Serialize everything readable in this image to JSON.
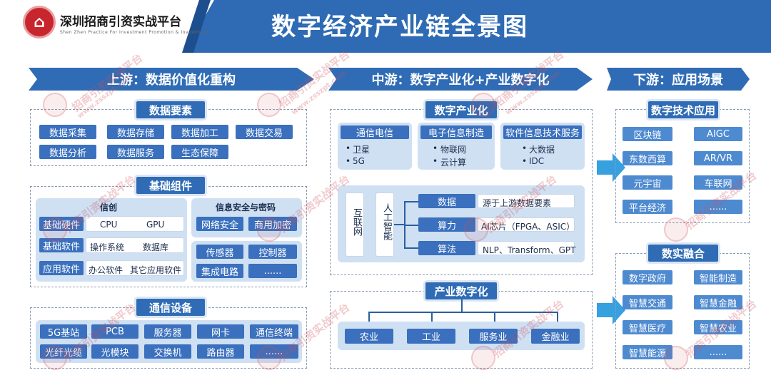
{
  "header": {
    "brand": "深圳招商引资实战平台",
    "brand_sub": "Shen Zhen Practice For Investment Promotion & Investment",
    "logo_icon": "red-seal-logo",
    "title": "数字经济产业链全景图"
  },
  "upstream": {
    "banner": "上游：数据价值化重构",
    "data_elements": {
      "title": "数据要素",
      "items": [
        "数据采集",
        "数据存储",
        "数据加工",
        "数据交易",
        "数据分析",
        "数据服务",
        "生态保障"
      ]
    },
    "basic_components": {
      "title": "基础组件",
      "xinchuang": {
        "title": "信创",
        "rows": [
          {
            "label": "基础硬件",
            "a": "CPU",
            "b": "GPU"
          },
          {
            "label": "基础软件",
            "a": "操作系统",
            "b": "数据库"
          },
          {
            "label": "应用软件",
            "a": "办公软件",
            "b": "其它应用软件"
          }
        ]
      },
      "security": {
        "title": "信息安全与密码",
        "items": [
          "网络安全",
          "商用加密"
        ]
      },
      "hardware": [
        "传感器",
        "控制器",
        "集成电路",
        "......"
      ]
    },
    "comm": {
      "title": "通信设备",
      "items": [
        "5G基站",
        "PCB",
        "服务器",
        "网卡",
        "通信终端",
        "光纤光缆",
        "光模块",
        "交换机",
        "路由器",
        "......"
      ]
    }
  },
  "midstream": {
    "banner": "中游：数字产业化+产业数字化",
    "digital_industrialization": {
      "title": "数字产业化",
      "cards": [
        {
          "title": "通信电信",
          "items": [
            "卫星",
            "5G"
          ]
        },
        {
          "title": "电子信息制造",
          "items": [
            "物联网",
            "云计算"
          ]
        },
        {
          "title": "软件信息技术服务",
          "items": [
            "大数据",
            "IDC"
          ]
        }
      ],
      "internet": "互联网",
      "ai": "人工智能",
      "rows": [
        {
          "label": "数据",
          "desc": "源于上游数据要素"
        },
        {
          "label": "算力",
          "desc": "AI芯片（FPGA、ASIC）"
        },
        {
          "label": "算法",
          "desc": "NLP、Transform、GPT"
        }
      ]
    },
    "industrial_digitalization": {
      "title": "产业数字化",
      "items": [
        "农业",
        "工业",
        "服务业",
        "金融业"
      ]
    }
  },
  "downstream": {
    "banner": "下游：应用场景",
    "tech_apps": {
      "title": "数字技术应用",
      "items": [
        "区块链",
        "AIGC",
        "东数西算",
        "AR/VR",
        "元宇宙",
        "车联网",
        "平台经济",
        "......"
      ]
    },
    "fusion": {
      "title": "数实融合",
      "items": [
        "数字政府",
        "智能制造",
        "智慧交通",
        "智慧金融",
        "智慧医疗",
        "智慧农业",
        "智慧能源",
        "......"
      ]
    }
  },
  "watermark": {
    "text": "招商引资实战平台",
    "url": "www.zsszpt.com"
  },
  "colors": {
    "header_blue": "#2e6bb4",
    "pill_blue": "#3a70bd",
    "panel_light": "#cfe0f3",
    "arrow_cyan": "#37a0df",
    "logo_red": "#c8262d"
  }
}
